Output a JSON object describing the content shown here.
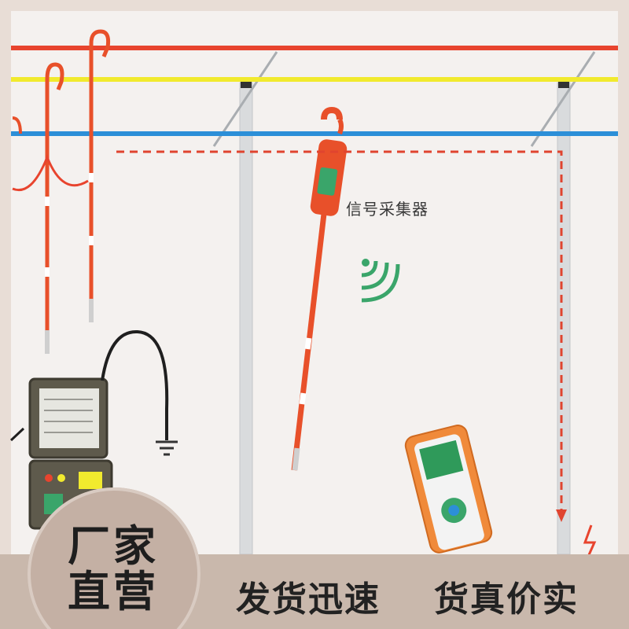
{
  "diagram": {
    "collector_label": "信号采集器",
    "colors": {
      "background": "#f3efec",
      "phase_red": "#e8442e",
      "phase_yellow": "#f1ea2e",
      "phase_blue": "#2c8fd8",
      "pole": "#d8dadc",
      "rod_orange": "#e8502a",
      "device_green": "#3aa56a",
      "signal_path": "#e0442f"
    },
    "icons": [
      "hot-stick-hook-icon",
      "grounding-icon",
      "wireless-signal-icon",
      "lightning-icon",
      "clamp-sensor-icon",
      "handheld-receiver-icon",
      "test-instrument-case-icon"
    ]
  },
  "banner": {
    "badge_line_1": "厂家",
    "badge_line_2": "直营",
    "slogan_1": "发货迅速",
    "slogan_2": "货真价实"
  }
}
